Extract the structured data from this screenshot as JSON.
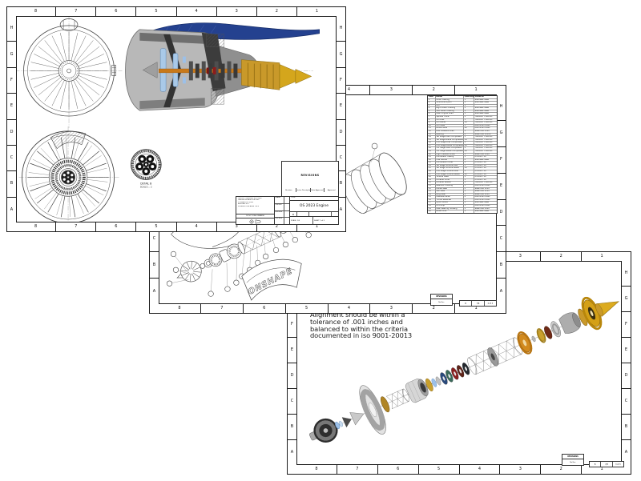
{
  "palette": {
    "line": "#1a1a1a",
    "wing_blue": "#24418f",
    "nacelle_gray": "#b8b8b8",
    "core_gray": "#8f8f8f",
    "fan_blue": "#a9c9e8",
    "shaft_orange": "#c8791a",
    "gold": "#d4a017",
    "dark_part": "#2d2d2d",
    "red_accent": "#8c1c1c"
  },
  "sheet1": {
    "cols": [
      "8",
      "7",
      "6",
      "5",
      "4",
      "3",
      "2",
      "1"
    ],
    "rows": [
      "H",
      "G",
      "F",
      "E",
      "D",
      "C",
      "B",
      "A"
    ],
    "revisions": {
      "label": "REVISIONS",
      "headers": [
        "Revision",
        "Revision Description",
        "Date Approved",
        "Approved"
      ]
    },
    "title_block": {
      "title": "OS 2023 Engine",
      "title_label": "TITLE:",
      "size": "D",
      "scale": "SCALE: 1:8",
      "sheet_info": "SHEET 1 of 3",
      "do_not_scale": "DO NOT SCALE DRAWING",
      "notes": [
        "UNLESS OTHERWISE SPECIFIED:",
        "DIMENSIONS ARE IN INCHES",
        "TOLERANCES: ±.005",
        "ANGULAR: ±.5°",
        "INTERPRET PER ASME Y14.5"
      ],
      "approvals": [
        "DRAWN",
        "CHECKED",
        "ENG APPR",
        "MFG APPR"
      ]
    },
    "detail": {
      "line1": "DETAIL B",
      "line2": "SCALE 1 : 2"
    }
  },
  "sheet2": {
    "cols": [
      "8",
      "7",
      "6",
      "5",
      "4",
      "3",
      "2",
      "1"
    ],
    "rows": [
      "H",
      "G",
      "F",
      "E",
      "D",
      "C",
      "B",
      "A"
    ],
    "panel_text": "ONSHAPE",
    "mini_block": {
      "label": "REVISIONS",
      "sub": "No Rev.",
      "cells": [
        "B",
        "7/8",
        "2 of 3"
      ]
    },
    "bom": {
      "headers": [
        "Item",
        "Name",
        "Quantity",
        "Material"
      ],
      "rows": [
        [
          "1",
          "Inner Cowling",
          "1",
          "Stainless Steel"
        ],
        [
          "2",
          "Structural Pylon",
          "1",
          "Stainless Steel"
        ],
        [
          "3",
          "Fan",
          "1",
          ""
        ],
        [
          "4",
          "Rigid Outer Cowling",
          "1",
          "Stainless Steel"
        ],
        [
          "5",
          "Soft Outer Cowling",
          "1",
          "Stainless Steel"
        ],
        [
          "6",
          "Main Engine Shaft",
          "1",
          "Stainless Steel"
        ],
        [
          "7",
          "Spinner Cone",
          "1",
          "Titanium Ti-6Al-4V"
        ],
        [
          "8",
          "Fan Disk",
          "1",
          "Titanium Ti-6Al-4V"
        ],
        [
          "9",
          "Fan Blade",
          "18",
          "Titanium Ti-6Al-4V"
        ],
        [
          "10",
          "Fan Case",
          "1",
          "Aluminum 6061"
        ],
        [
          "11",
          "Guide Vane",
          "20",
          "Aluminum 6061"
        ],
        [
          "12",
          "Low Pressure Shaft",
          "1",
          "Steel AISI 4340"
        ],
        [
          "13",
          "Bearing",
          "4",
          "Steel AISI 52100"
        ],
        [
          "14",
          "1st Stage Disk Compressor",
          "1",
          "Titanium Ti-6Al-4V"
        ],
        [
          "15",
          "1st Stage Blade Compressor",
          "24",
          "Titanium Ti-6Al-4V"
        ],
        [
          "16",
          "2nd Stage Disk Compressor",
          "1",
          "Titanium Ti-6Al-4V"
        ],
        [
          "17",
          "2nd Stage Blade Compressor",
          "26",
          "Titanium Ti-6Al-4V"
        ],
        [
          "18",
          "3rd Stage Disk Compressor",
          "1",
          "Titanium Ti-6Al-4V"
        ],
        [
          "19",
          "3rd Stage Blade Compressor",
          "28",
          "Titanium Ti-6Al-4V"
        ],
        [
          "20",
          "High Pressure Shaft",
          "1",
          "Steel AISI 4340"
        ],
        [
          "21",
          "Combustor Casing",
          "1",
          "Inconel 718"
        ],
        [
          "22",
          "Fuel Nozzle",
          "8",
          "Stainless Steel"
        ],
        [
          "23",
          "Combustion Liner",
          "1",
          "Inconel 718"
        ],
        [
          "24",
          "1st Stage Turbine Disk",
          "1",
          "Inconel 718"
        ],
        [
          "25",
          "1st Stage Turbine Blade",
          "30",
          "Inconel 718"
        ],
        [
          "26",
          "2nd Stage Turbine Disk",
          "1",
          "Inconel 718"
        ],
        [
          "27",
          "2nd Stage Turbine Blade",
          "32",
          "Inconel 718"
        ],
        [
          "28",
          "Turbine Case",
          "1",
          "Inconel 718"
        ],
        [
          "29",
          "Exhaust Cone",
          "1",
          "Inconel 718"
        ],
        [
          "30",
          "Exhaust Nozzle",
          "1",
          "Titanium Ti-6Al-4V"
        ],
        [
          "31",
          "Gearbox Housing",
          "1",
          "Aluminum 6061"
        ],
        [
          "32",
          "Planet Gear",
          "5",
          "Steel AISI 9310"
        ],
        [
          "33",
          "Sun Gear",
          "1",
          "Steel AISI 9310"
        ],
        [
          "34",
          "Ring Gear",
          "1",
          "Steel AISI 9310"
        ],
        [
          "35",
          "Cascade Panel",
          "2",
          "Aluminum 6061"
        ],
        [
          "36",
          "Thrust Reverser",
          "1",
          "Aluminum 6061"
        ],
        [
          "37",
          "Pylon Mount",
          "1",
          "Stainless Steel"
        ],
        [
          "38",
          "Oil Pump",
          "1",
          "Aluminum 6061"
        ],
        [
          "39",
          "Main Bearing Housing",
          "1",
          "Steel AISI 4140"
        ],
        [
          "40",
          "Nose Cone",
          "1",
          "Stainless Steel"
        ]
      ]
    }
  },
  "sheet3": {
    "cols": [
      "8",
      "7",
      "6",
      "5",
      "4",
      "3",
      "2",
      "1"
    ],
    "rows": [
      "H",
      "G",
      "F",
      "E",
      "D",
      "C",
      "B",
      "A"
    ],
    "note_lines": [
      "Alignment should be within a",
      "tolerance of .001 inches and",
      "balanced to within the criteria",
      "documented in iso 9001-20013"
    ],
    "mini_block": {
      "label": "REVISIONS",
      "sub": "No Rev.",
      "cells": [
        "B",
        "7/8",
        "3 of 3"
      ]
    }
  }
}
